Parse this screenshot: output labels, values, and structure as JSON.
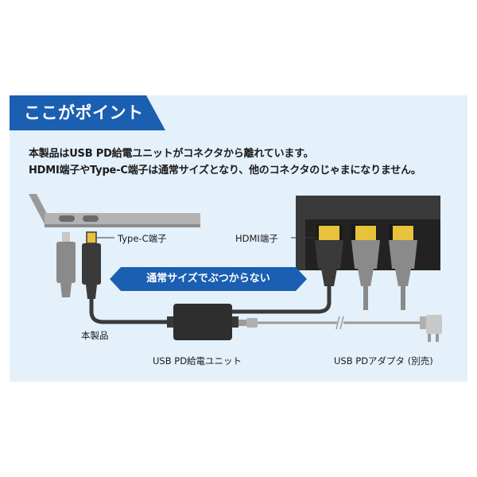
{
  "header": {
    "title": "ここがポイント"
  },
  "intro": {
    "line1": "本製品はUSB PD給電ユニットがコネクタから離れています。",
    "line2": "HDMI端子やType-C端子は通常サイズとなり、他のコネクタのじゃまになりません。"
  },
  "labels": {
    "typec": "Type-C端子",
    "hdmi": "HDMI端子",
    "product": "本製品",
    "unit": "USB PD給電ユニット",
    "adapter": "USB PDアダプタ (別売)"
  },
  "banner": {
    "text": "通常サイズでぶつからない"
  },
  "colors": {
    "brand_blue": "#1a5fb2",
    "panel_bg": "#e4f0fa",
    "cable_dark": "#3a3a3a",
    "cable_gray": "#8a8a8a",
    "gold": "#e8c23a"
  }
}
